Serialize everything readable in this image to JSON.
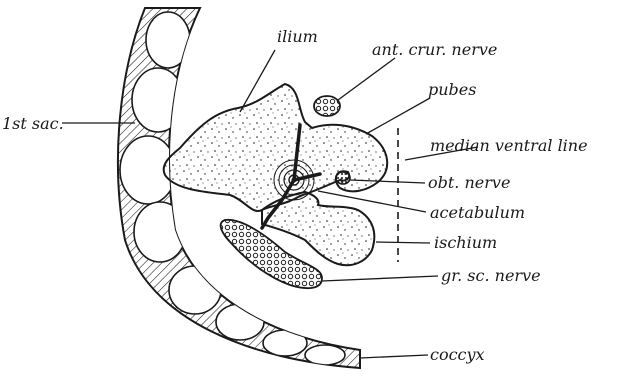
{
  "figure": {
    "labels": {
      "ilium": "ilium",
      "ant_crur_nerve": "ant. crur. nerve",
      "pubes": "pubes",
      "median_ventral_line": "median ventral line",
      "first_sac": "1st sac.",
      "obt_nerve": "obt. nerve",
      "acetabulum": "acetabulum",
      "ischium": "ischium",
      "gr_sc_nerve": "gr. sc. nerve",
      "coccyx": "coccyx"
    }
  },
  "colors": {
    "ink": "#1a1a1a",
    "paper": "#ffffff"
  }
}
